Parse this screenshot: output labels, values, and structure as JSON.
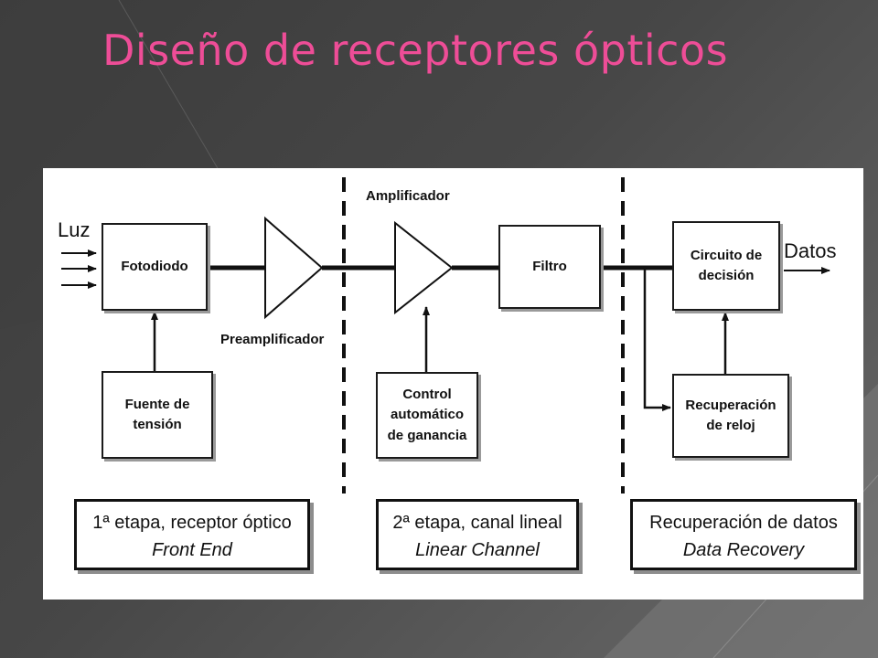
{
  "slide": {
    "title": "Diseño de receptores ópticos"
  },
  "diagram": {
    "input_label": "Luz",
    "output_label": "Datos",
    "blocks": {
      "photodiode": "Fotodiodo",
      "power_source": [
        "Fuente de",
        "tensión"
      ],
      "agc": [
        "Control",
        "automático",
        "de ganancia"
      ],
      "filter": "Filtro",
      "decision": [
        "Circuito de",
        "decisión"
      ],
      "clock_recovery": [
        "Recuperación",
        "de reloj"
      ]
    },
    "amplifiers": {
      "preamp_label": "Preamplificador",
      "amp_label": "Amplificador"
    },
    "stages": [
      {
        "es": "1ª etapa, receptor óptico",
        "en": "Front End"
      },
      {
        "es": "2ª etapa, canal lineal",
        "en": "Linear Channel"
      },
      {
        "es": "Recuperación de datos",
        "en": "Data Recovery"
      }
    ]
  }
}
